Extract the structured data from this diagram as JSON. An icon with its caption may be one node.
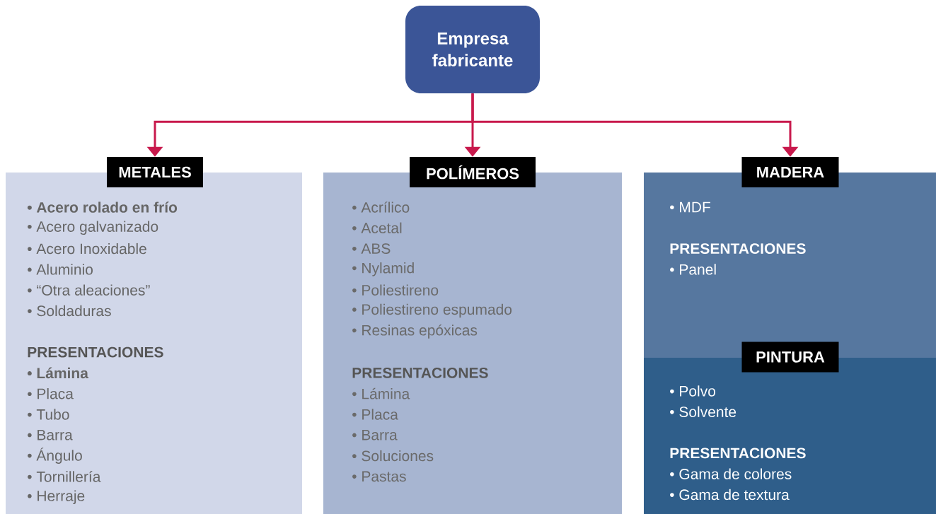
{
  "diagram": {
    "nodes": [
      {
        "text": [
          "Empresa fabricante"
        ]
      },
      {
        "text": [
          "METALES"
        ]
      },
      {
        "text": [
          "**• Acero rolado en frío**",
          "• Acero galvanizado",
          "• Acero Inoxidable",
          "• Aluminio",
          "• “Otra aleaciones”",
          "• Soldaduras",
          "PRESENTACIONES",
          "**• Lámina**",
          "• Placa",
          "• Tubo",
          "• Barra",
          "• Ángulo",
          "• Tornillería",
          "• Herraje"
        ]
      },
      {
        "text": [
          "POLÍMEROS"
        ]
      },
      {
        "text": [
          "• Acrílico",
          "• Acetal",
          "• ABS",
          "• Nylamid",
          "• Poliestireno",
          "• Poliestireno espumado",
          "• Resinas epóxicas",
          "PRESENTACIONES",
          "• Lámina",
          "• Placa",
          "• Barra",
          "• Soluciones",
          "• Pastas"
        ]
      },
      {
        "text": [
          "MADERA"
        ]
      },
      {
        "text": [
          "• MDF",
          "PRESENTACIONES",
          "• Panel"
        ]
      },
      {
        "text": [
          "PINTURA"
        ]
      },
      {
        "text": [
          "• Polvo",
          "• Solvente",
          "PRESENTACIONES",
          "• Gama de colores",
          "• Gama de textura"
        ]
      }
    ],
    "edges": [
      {
        "from": 0,
        "to": 1,
        "arrow": "to"
      },
      {
        "from": 0,
        "to": 3,
        "arrow": "to"
      },
      {
        "from": 0,
        "to": 5,
        "arrow": "to"
      }
    ]
  }
}
